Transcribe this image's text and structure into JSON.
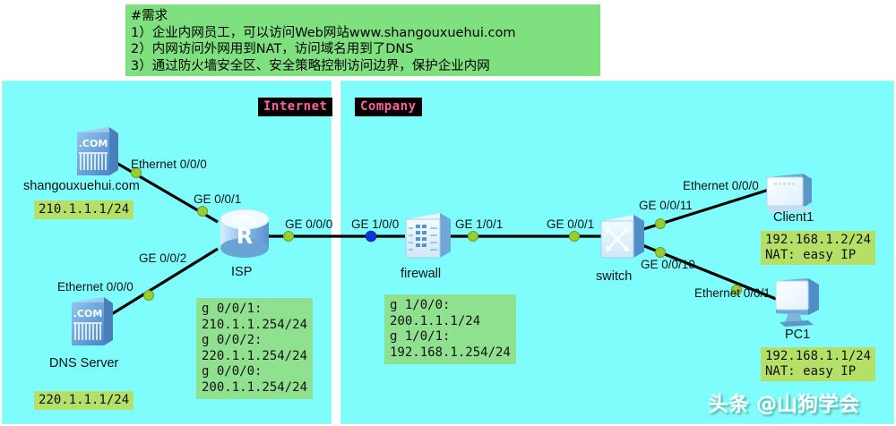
{
  "requirements": {
    "lines": [
      "#需求",
      "1）企业内网员工，可以访问Web网站www.shangouxuehui.com",
      "2）内网访问外网用到NAT，访问域名用到了DNS",
      "3）通过防火墙安全区、安全策略控制访问边界，保护企业内网"
    ]
  },
  "zones": {
    "internet": "Internet",
    "company": "Company"
  },
  "devices": {
    "web_server": {
      "caption": "shangouxuehui.com",
      "ip": "210.1.1.1/24"
    },
    "dns_server": {
      "caption": "DNS Server",
      "ip": "220.1.1.1/24"
    },
    "isp": {
      "caption": "ISP",
      "badge": "R"
    },
    "firewall": {
      "caption": "firewall"
    },
    "switch": {
      "caption": "switch"
    },
    "client1": {
      "caption": "Client1",
      "ip": "192.168.1.2/24\nNAT: easy IP"
    },
    "pc1": {
      "caption": "PC1",
      "ip": "192.168.1.1/24\nNAT: easy IP"
    }
  },
  "configs": {
    "isp": "g 0/0/1:\n210.1.1.254/24\ng 0/0/2:\n220.1.1.254/24\ng 0/0/0:\n200.1.1.254/24",
    "firewall": "g 1/0/0:\n200.1.1.1/24\ng 1/0/1:\n192.168.1.254/24"
  },
  "ports": {
    "web_eth": "Ethernet 0/0/0",
    "isp_ge001": "GE 0/0/1",
    "isp_ge002": "GE 0/0/2",
    "dns_eth": "Ethernet 0/0/0",
    "isp_ge000": "GE 0/0/0",
    "fw_ge100": "GE 1/0/0",
    "fw_ge101": "GE 1/0/1",
    "sw_ge001": "GE 0/0/1",
    "sw_ge0011": "GE 0/0/11",
    "sw_ge0010": "GE 0/0/10",
    "client_eth": "Ethernet 0/0/0",
    "pc_eth": "Ethernet 0/0/1"
  },
  "watermark": "头条 @山狗学会",
  "colors": {
    "panel_bg": "#7ffcfc",
    "req_bg": "#7ee07e",
    "badge_bg": "#b5e068",
    "config_bg": "#8fe08f",
    "zone_text": "#ff5fa2",
    "dot_green": "#9acd32",
    "dot_blue": "#0b36d8"
  }
}
